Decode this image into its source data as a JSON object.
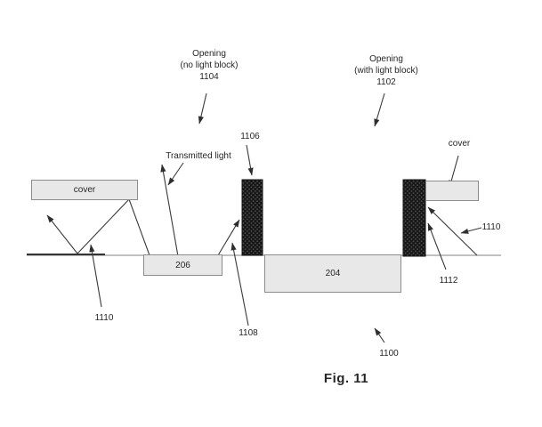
{
  "figure": {
    "caption": "Fig. 11"
  },
  "annotations": {
    "opening_no_block": "Opening\n(no light block)\n1104",
    "opening_with_block": "Opening\n(with light block)\n1102",
    "transmitted_light": "Transmitted light",
    "ref_1106": "1106",
    "ref_1108": "1108",
    "ref_1110_left": "1110",
    "ref_1110_right": "1110",
    "ref_1112": "1112",
    "ref_1100": "1100",
    "cover_right": "cover"
  },
  "components": {
    "cover_left": "cover",
    "layer_206": "206",
    "layer_204": "204"
  },
  "colors": {
    "bg": "#ffffff",
    "box_fill": "#e8e8e8",
    "box_border": "#8c8c8c",
    "block_fill": "#171717",
    "block_dot": "#505050",
    "stroke": "#3a3a3a",
    "baseline": "#9a9a9a",
    "text": "#262626"
  }
}
